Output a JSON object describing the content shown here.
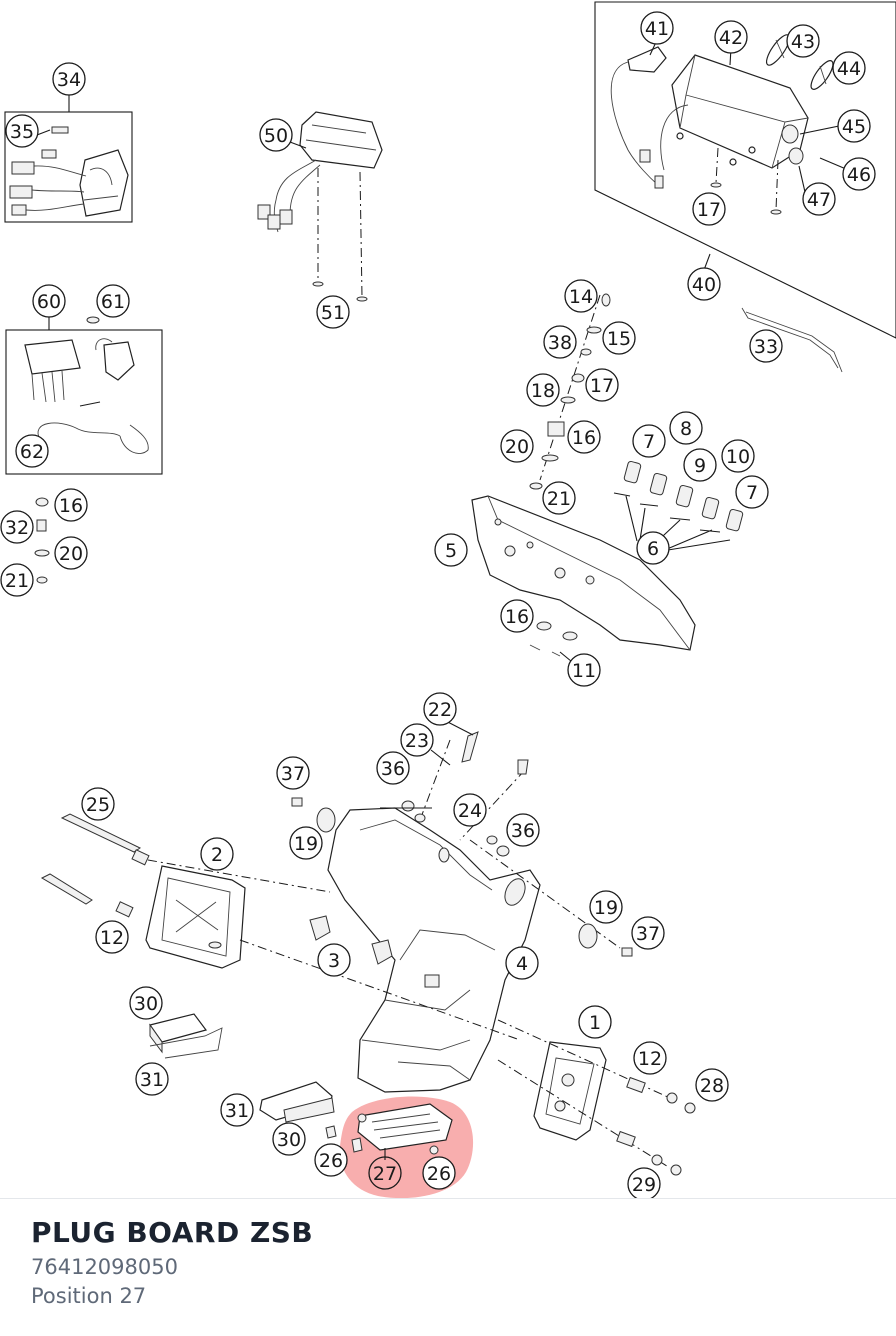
{
  "part": {
    "name": "PLUG BOARD ZSB",
    "number": "76412098050",
    "position_label": "Position 27"
  },
  "highlight": {
    "callout": "27",
    "color": "#f26b6b"
  },
  "callouts": [
    {
      "id": "41",
      "label": "41"
    },
    {
      "id": "42",
      "label": "42"
    },
    {
      "id": "43",
      "label": "43"
    },
    {
      "id": "44",
      "label": "44"
    },
    {
      "id": "45",
      "label": "45"
    },
    {
      "id": "46",
      "label": "46"
    },
    {
      "id": "47",
      "label": "47"
    },
    {
      "id": "17a",
      "label": "17"
    },
    {
      "id": "40",
      "label": "40"
    },
    {
      "id": "33",
      "label": "33"
    },
    {
      "id": "34",
      "label": "34"
    },
    {
      "id": "35",
      "label": "35"
    },
    {
      "id": "50",
      "label": "50"
    },
    {
      "id": "51",
      "label": "51"
    },
    {
      "id": "60",
      "label": "60"
    },
    {
      "id": "61",
      "label": "61"
    },
    {
      "id": "62",
      "label": "62"
    },
    {
      "id": "16a",
      "label": "16"
    },
    {
      "id": "32",
      "label": "32"
    },
    {
      "id": "20a",
      "label": "20"
    },
    {
      "id": "21a",
      "label": "21"
    },
    {
      "id": "14",
      "label": "14"
    },
    {
      "id": "15",
      "label": "15"
    },
    {
      "id": "38",
      "label": "38"
    },
    {
      "id": "17b",
      "label": "17"
    },
    {
      "id": "18",
      "label": "18"
    },
    {
      "id": "16b",
      "label": "16"
    },
    {
      "id": "20b",
      "label": "20"
    },
    {
      "id": "21b",
      "label": "21"
    },
    {
      "id": "7a",
      "label": "7"
    },
    {
      "id": "8",
      "label": "8"
    },
    {
      "id": "9",
      "label": "9"
    },
    {
      "id": "10",
      "label": "10"
    },
    {
      "id": "7b",
      "label": "7"
    },
    {
      "id": "6",
      "label": "6"
    },
    {
      "id": "5",
      "label": "5"
    },
    {
      "id": "16c",
      "label": "16"
    },
    {
      "id": "11",
      "label": "11"
    },
    {
      "id": "22",
      "label": "22"
    },
    {
      "id": "23",
      "label": "23"
    },
    {
      "id": "37a",
      "label": "37"
    },
    {
      "id": "36a",
      "label": "36"
    },
    {
      "id": "24",
      "label": "24"
    },
    {
      "id": "36b",
      "label": "36"
    },
    {
      "id": "25",
      "label": "25"
    },
    {
      "id": "19a",
      "label": "19"
    },
    {
      "id": "2",
      "label": "2"
    },
    {
      "id": "19b",
      "label": "19"
    },
    {
      "id": "37b",
      "label": "37"
    },
    {
      "id": "12a",
      "label": "12"
    },
    {
      "id": "3",
      "label": "3"
    },
    {
      "id": "4",
      "label": "4"
    },
    {
      "id": "30a",
      "label": "30"
    },
    {
      "id": "31a",
      "label": "31"
    },
    {
      "id": "1",
      "label": "1"
    },
    {
      "id": "12b",
      "label": "12"
    },
    {
      "id": "28",
      "label": "28"
    },
    {
      "id": "31b",
      "label": "31"
    },
    {
      "id": "30b",
      "label": "30"
    },
    {
      "id": "26a",
      "label": "26"
    },
    {
      "id": "27",
      "label": "27"
    },
    {
      "id": "26b",
      "label": "26"
    },
    {
      "id": "29",
      "label": "29"
    }
  ]
}
